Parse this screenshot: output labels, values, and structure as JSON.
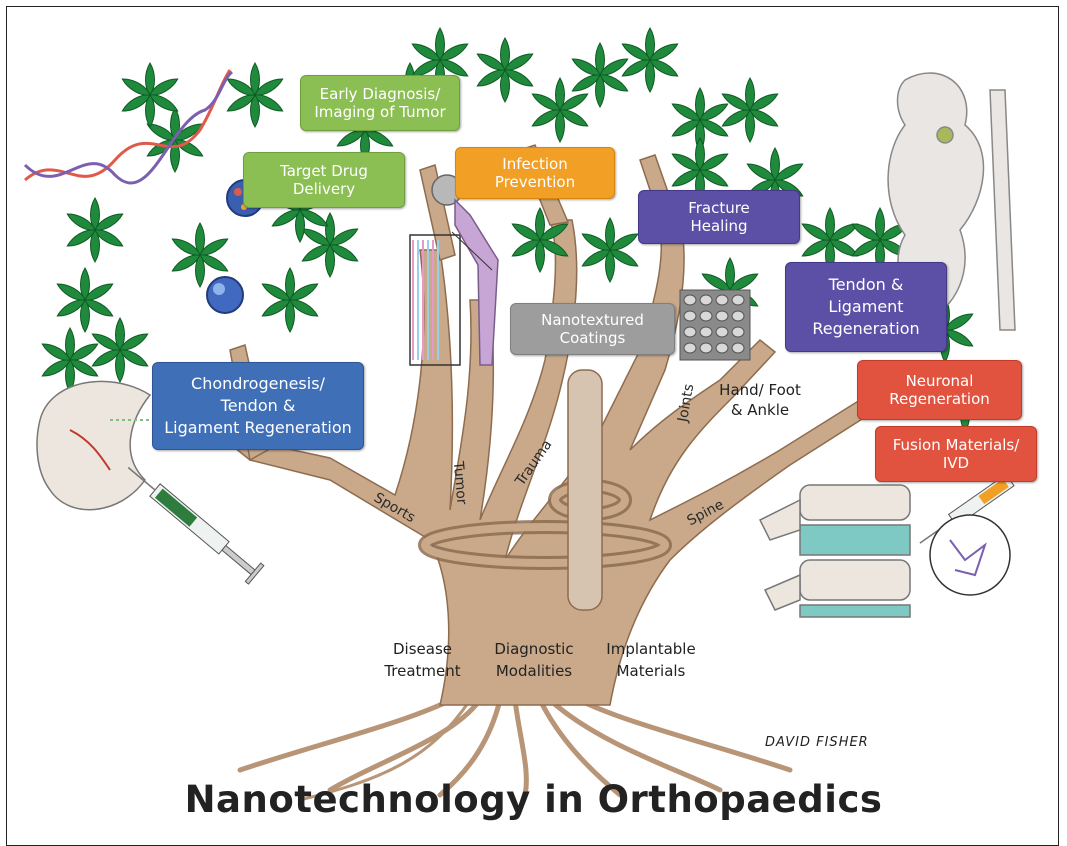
{
  "title": "Nanotechnology in Orthopaedics",
  "signature": "DAVID FISHER",
  "boxes": {
    "early_diagnosis": "Early Diagnosis/\nImaging of Tumor",
    "target_drug": "Target Drug\nDelivery",
    "infection": "Infection\nPrevention",
    "fracture": "Fracture\nHealing",
    "tendon_ligament": "Tendon &\nLigament\nRegeneration",
    "nanotextured": "Nanotextured\nCoatings",
    "chondrogenesis": "Chondrogenesis/\nTendon &\nLigament Regeneration",
    "neuronal": "Neuronal\nRegeneration",
    "fusion": "Fusion Materials/\nIVD"
  },
  "branches": {
    "sports": "Sports",
    "tumor": "Tumor",
    "trauma": "Trauma",
    "joints": "Joints",
    "hand_foot": "Hand/ Foot\n& Ankle",
    "spine": "Spine"
  },
  "roots": {
    "disease": "Disease\nTreatment",
    "diagnostic": "Diagnostic\nModalities",
    "implantable": "Implantable\nMaterials"
  },
  "colors": {
    "green": "#8bbf54",
    "orange": "#f2a025",
    "purple": "#5b4fa6",
    "gray": "#9d9d9d",
    "blue": "#3f6fb7",
    "red": "#e2533f",
    "trunk": "#c9a98a",
    "leaf": "#1f8a3c"
  }
}
